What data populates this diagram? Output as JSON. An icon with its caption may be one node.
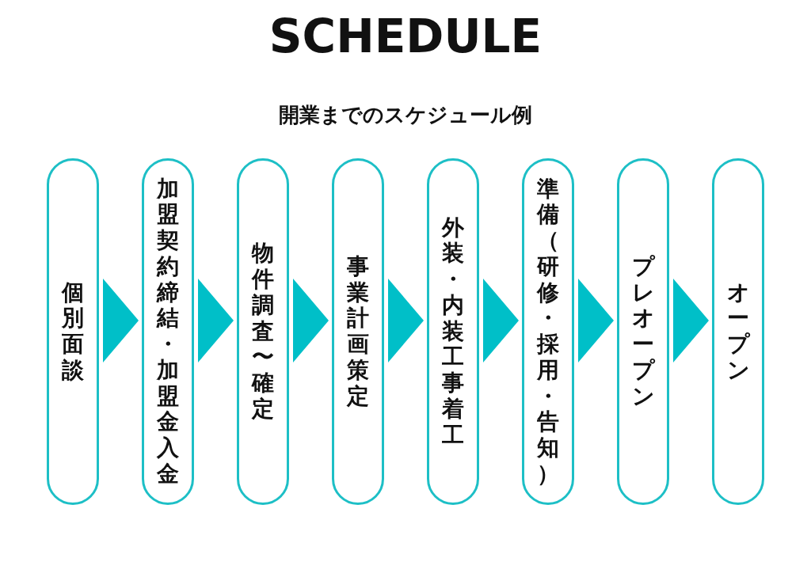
{
  "diagram": {
    "title": "SCHEDULE",
    "caption": "開業までのスケジュール例",
    "nodes": [
      {
        "text": [
          "個別面談"
        ]
      },
      {
        "text": [
          "加盟契約締結・加盟金入金"
        ]
      },
      {
        "text": [
          "物件調査〜確定"
        ]
      },
      {
        "text": [
          "事業計画策定"
        ]
      },
      {
        "text": [
          "外装・内装工事着工"
        ]
      },
      {
        "text": [
          "準備（研修・採用・告知）"
        ]
      },
      {
        "text": [
          "プレオープン"
        ]
      },
      {
        "text": [
          "オープン"
        ]
      }
    ],
    "edges": [
      {
        "from": 0,
        "to": 1,
        "arrow": "to"
      },
      {
        "from": 1,
        "to": 2,
        "arrow": "to"
      },
      {
        "from": 2,
        "to": 3,
        "arrow": "to"
      },
      {
        "from": 3,
        "to": 4,
        "arrow": "to"
      },
      {
        "from": 4,
        "to": 5,
        "arrow": "to"
      },
      {
        "from": 5,
        "to": 6,
        "arrow": "to"
      },
      {
        "from": 6,
        "to": 7,
        "arrow": "to"
      }
    ]
  }
}
